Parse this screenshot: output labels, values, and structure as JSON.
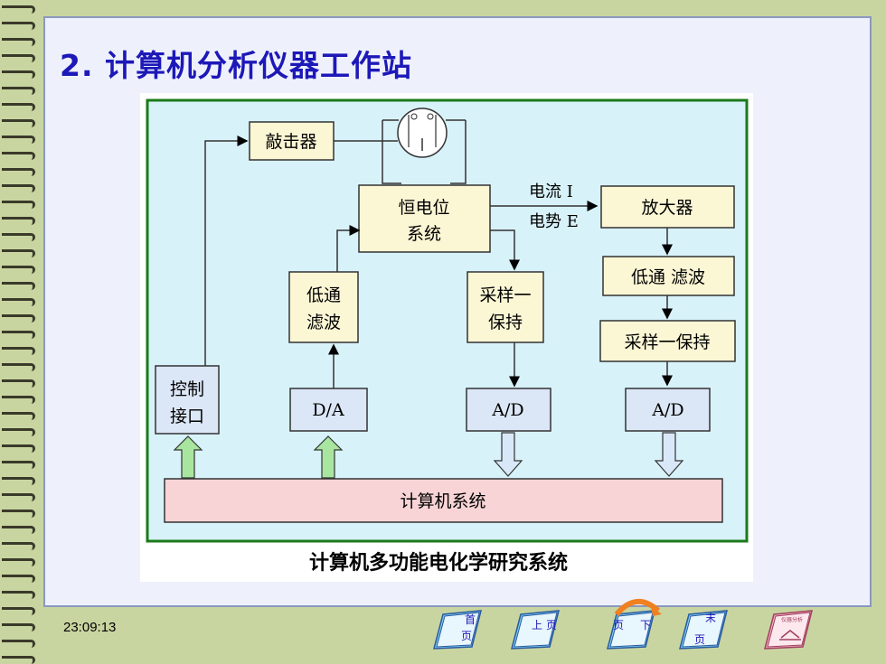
{
  "slide": {
    "title": "2.  计算机分析仪器工作站",
    "timestamp": "23:09:13"
  },
  "diagram": {
    "caption": "计算机多功能电化学研究系统",
    "knocker": "敲击器",
    "potentiostat_line1": "恒电位",
    "potentiostat_line2": "系统",
    "current_label": "电流 I",
    "potential_label": "电势 E",
    "amplifier": "放大器",
    "lowpass_right": "低通 滤波",
    "sample_hold_right": "采样一保持",
    "lowpass_mid_line1": "低通",
    "lowpass_mid_line2": "滤波",
    "sample_hold_mid_line1": "采样一",
    "sample_hold_mid_line2": "保持",
    "control_line1": "控制",
    "control_line2": "接口",
    "da": "D/A",
    "ad1": "A/D",
    "ad2": "A/D",
    "computer_system": "计算机系统"
  },
  "nav": {
    "first": {
      "l1": "首",
      "l2": "页"
    },
    "prev": {
      "l1": "上",
      "l2": "页"
    },
    "next": {
      "l1": "页",
      "l2": "下"
    },
    "last": {
      "l1": "末",
      "l2": "页"
    },
    "home": {
      "l1": "仪器分析"
    }
  }
}
